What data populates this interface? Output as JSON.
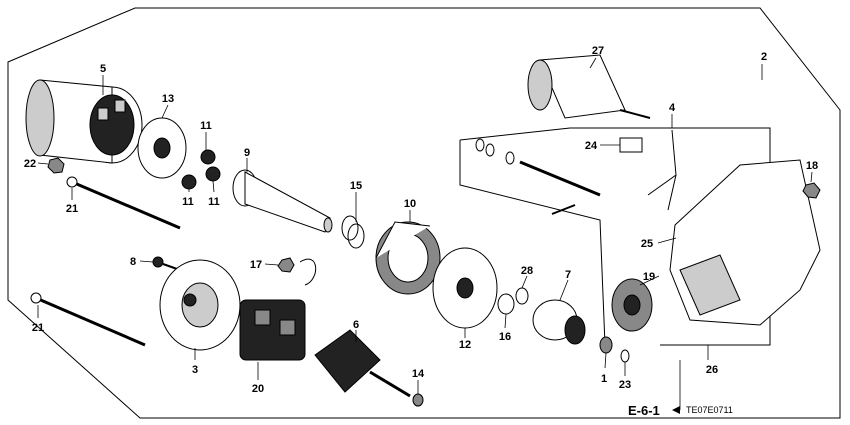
{
  "diagram": {
    "callouts": [
      "1",
      "2",
      "3",
      "4",
      "5",
      "6",
      "7",
      "8",
      "9",
      "10",
      "11",
      "11",
      "11",
      "12",
      "13",
      "14",
      "15",
      "16",
      "17",
      "18",
      "19",
      "20",
      "21",
      "21",
      "22",
      "23",
      "24",
      "25",
      "26",
      "27",
      "28"
    ],
    "section_ref": "E-6-1",
    "drawing_code": "TE07E0711"
  }
}
